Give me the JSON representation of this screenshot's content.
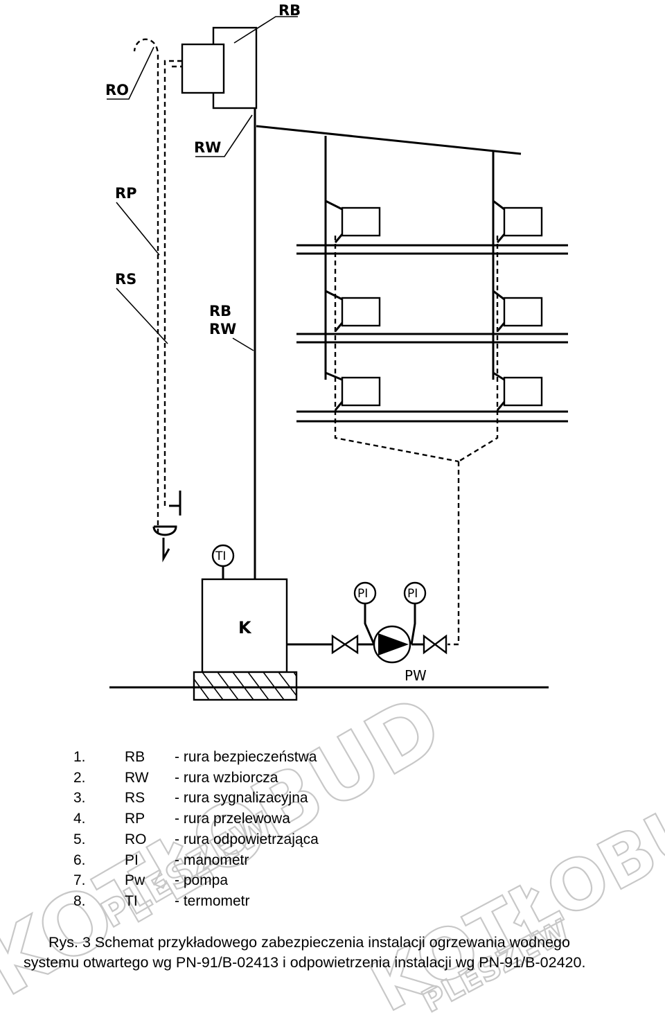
{
  "labels": {
    "rb_top": "RB",
    "ro": "RO",
    "rw": "RW",
    "rp": "RP",
    "rs": "RS",
    "rb_mid": "RB",
    "rw_mid": "RW",
    "boiler": "K",
    "pump": "PW",
    "thermometer": "TI",
    "manometer_1": "PI",
    "manometer_2": "PI"
  },
  "legend": [
    {
      "num": "1.",
      "code": "RB",
      "desc": "- rura bezpieczeństwa"
    },
    {
      "num": "2.",
      "code": "RW",
      "desc": "- rura wzbiorcza"
    },
    {
      "num": "3.",
      "code": "RS",
      "desc": "- rura sygnalizacyjna"
    },
    {
      "num": "4.",
      "code": "RP",
      "desc": "- rura przelewowa"
    },
    {
      "num": "5.",
      "code": "RO",
      "desc": "- rura odpowietrzająca"
    },
    {
      "num": "6.",
      "code": "PI",
      "desc": "- manometr"
    },
    {
      "num": "7.",
      "code": "Pw",
      "desc": "- pompa"
    },
    {
      "num": "8.",
      "code": "TI",
      "desc": "- termometr"
    }
  ],
  "caption": {
    "line1": "Rys. 3 Schemat przykładowego zabezpieczenia instalacji ogrzewania wodnego",
    "line2": "systemu otwartego wg PN-91/B-02413 i odpowietrzenia instalacji wg PN-91/B-02420."
  },
  "watermark": {
    "brand": "KOTŁOBUD",
    "city": "PLESZEW"
  }
}
